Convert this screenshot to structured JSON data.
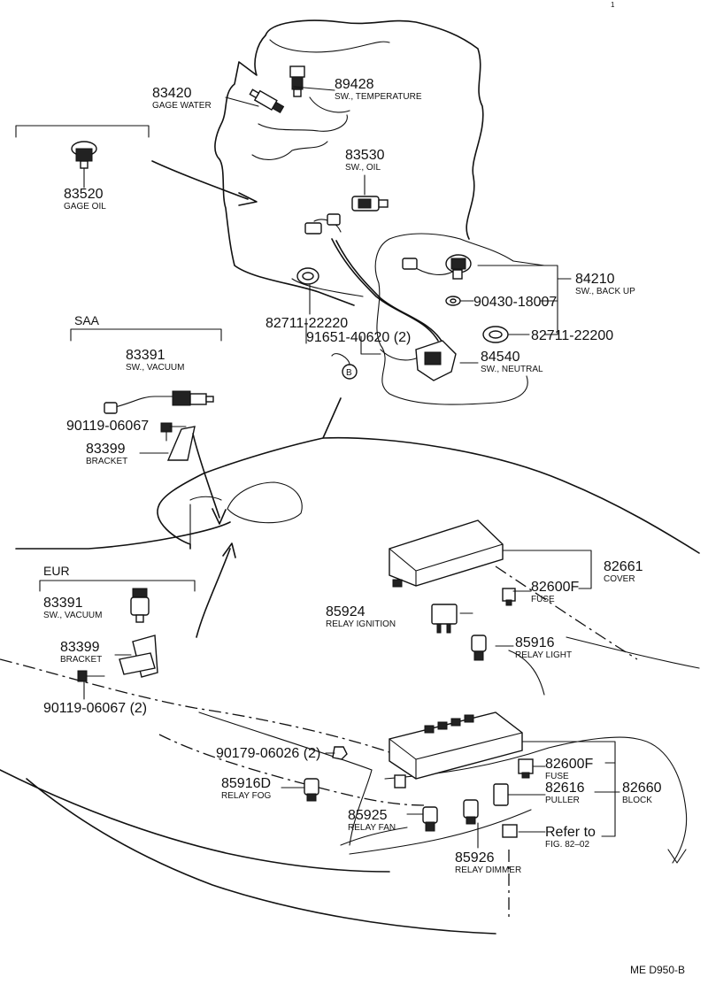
{
  "groups": {
    "saa": "SAA",
    "eur": "EUR"
  },
  "parts": {
    "p83420": {
      "num": "83420",
      "name": "GAGE WATER"
    },
    "p89428": {
      "num": "89428",
      "name": "SW., TEMPERATURE"
    },
    "p83520": {
      "num": "83520",
      "name": "GAGE OIL"
    },
    "p83530": {
      "num": "83530",
      "name": "SW., OIL"
    },
    "p84210": {
      "num": "84210",
      "name": "SW., BACK UP"
    },
    "p90430": {
      "num": "90430-18007"
    },
    "p82711a": {
      "num": "82711-22220"
    },
    "p91651": {
      "num": "91651-40620 (2)"
    },
    "p82711b": {
      "num": "82711-22200"
    },
    "p84540": {
      "num": "84540",
      "name": "SW., NEUTRAL"
    },
    "saa83391": {
      "num": "83391",
      "name": "SW., VACUUM"
    },
    "saa90119": {
      "num": "90119-06067"
    },
    "saa83399": {
      "num": "83399",
      "name": "BRACKET"
    },
    "eur83391": {
      "num": "83391",
      "name": "SW., VACUUM"
    },
    "eur83399": {
      "num": "83399",
      "name": "BRACKET"
    },
    "eur90119": {
      "num": "90119-06067 (2)"
    },
    "p82661": {
      "num": "82661",
      "name": "COVER"
    },
    "p82600f1": {
      "num": "82600F",
      "name": "FUSE"
    },
    "p85924": {
      "num": "85924",
      "name": "RELAY IGNITION"
    },
    "p85916": {
      "num": "85916",
      "name": "RELAY LIGHT"
    },
    "p90179": {
      "num": "90179-06026 (2)"
    },
    "p85916d": {
      "num": "85916D",
      "name": "RELAY FOG"
    },
    "p82600f2": {
      "num": "82600F",
      "name": "FUSE"
    },
    "p82616": {
      "num": "82616",
      "name": "PULLER"
    },
    "p82660": {
      "num": "82660",
      "name": "BLOCK"
    },
    "p85925": {
      "num": "85925",
      "name": "RELAY FAN"
    },
    "p85926": {
      "num": "85926",
      "name": "RELAY DIMMER"
    }
  },
  "refer": {
    "text": "Refer to",
    "fig": "FIG. 82–02"
  },
  "circle_b": "B",
  "footer_code": "ME D950-B",
  "corner_mark": "1"
}
